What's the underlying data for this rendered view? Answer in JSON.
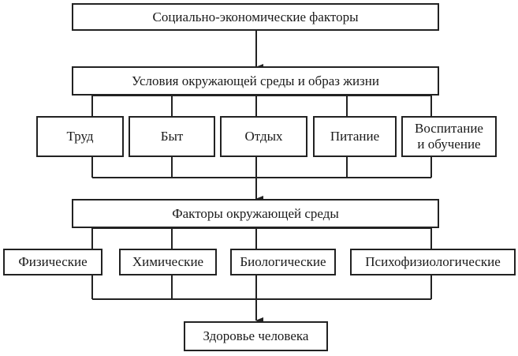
{
  "diagram": {
    "top": "Социально-экономические факторы",
    "conditions": "Условия окружающей среды и образ жизни",
    "lifestyle": [
      "Труд",
      "Быт",
      "Отдых",
      "Питание",
      "Воспитание\nи обучение"
    ],
    "environment": "Факторы окружающей среды",
    "factors": [
      "Физические",
      "Химические",
      "Биологические",
      "Психофизиологические"
    ],
    "result": "Здоровье человека"
  }
}
